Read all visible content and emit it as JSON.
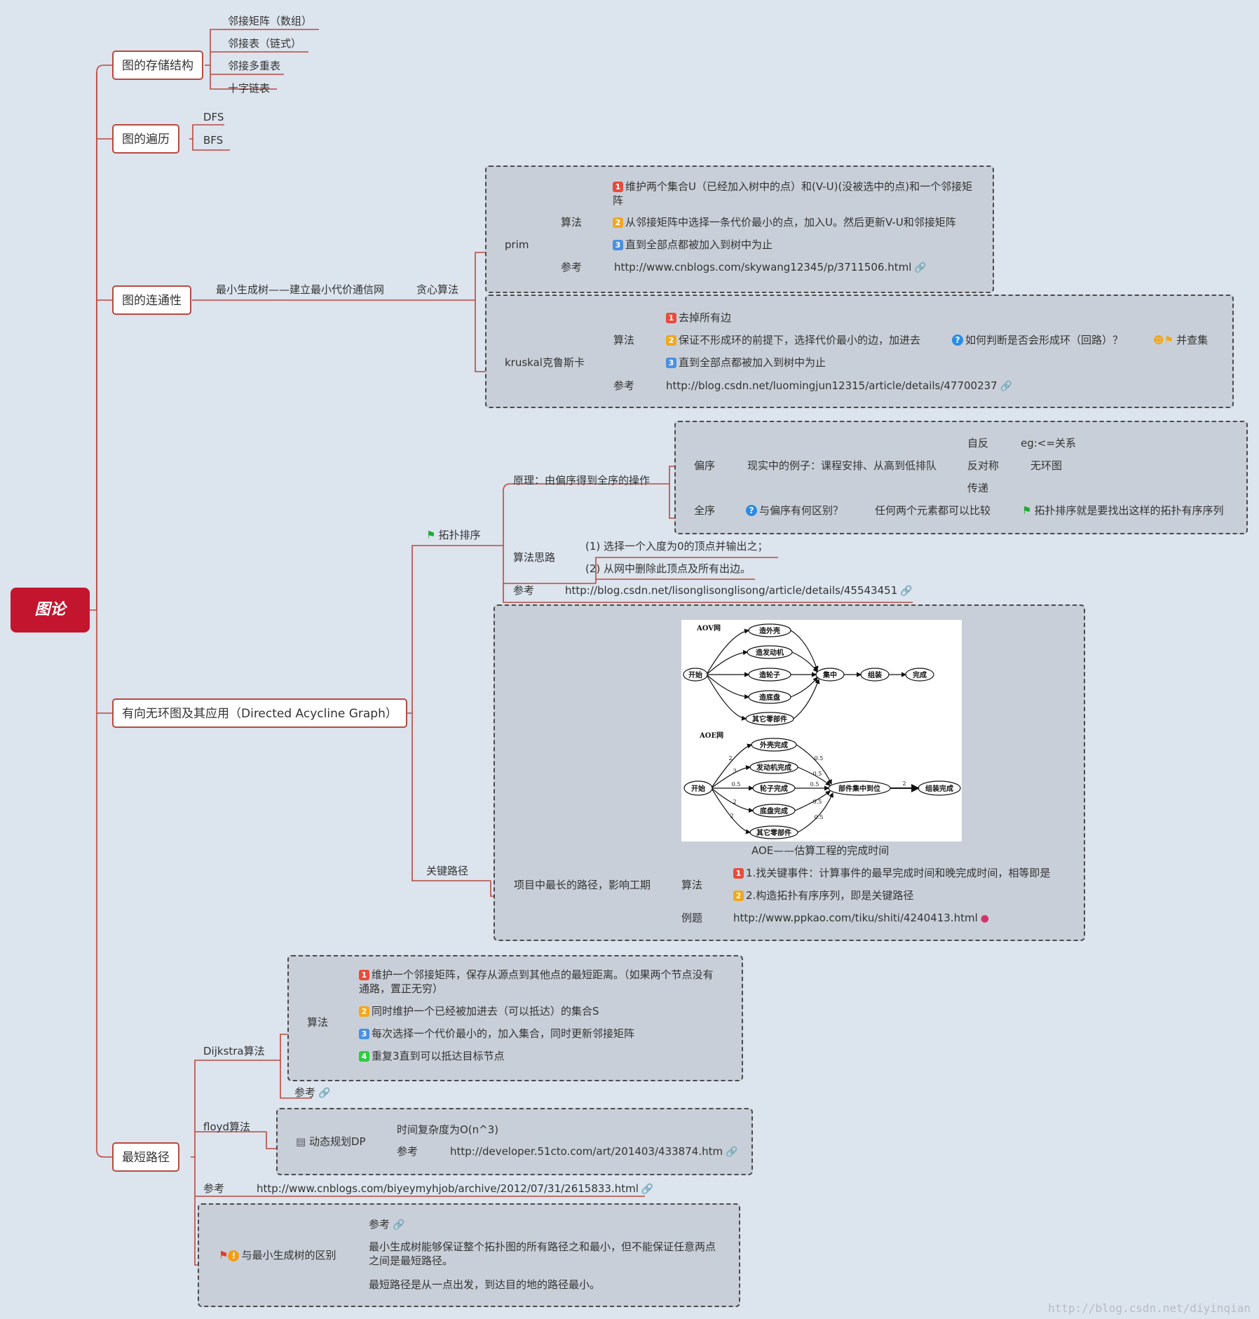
{
  "root": "图论",
  "storage": {
    "title": "图的存储结构",
    "items": [
      "邻接矩阵（数组）",
      "邻接表（链式）",
      "邻接多重表",
      "十字链表"
    ]
  },
  "traversal": {
    "title": "图的遍历",
    "items": [
      "DFS",
      "BFS"
    ]
  },
  "connect": {
    "title": "图的连通性",
    "mst": "最小生成树——建立最小代价通信网",
    "greedy": "贪心算法",
    "prim": {
      "label": "prim",
      "algo": "算法",
      "steps": [
        "维护两个集合U（已经加入树中的点）和(V-U)(没被选中的点)和一个邻接矩阵",
        "从邻接矩阵中选择一条代价最小的点，加入U。然后更新V-U和邻接矩阵",
        "直到全部点都被加入到树中为止"
      ],
      "ref": "参考",
      "url": "http://www.cnblogs.com/skywang12345/p/3711506.html"
    },
    "kruskal": {
      "label": "kruskal克鲁斯卡",
      "algo": "算法",
      "steps": [
        "去掉所有边",
        "保证不形成环的前提下，选择代价最小的边，加进去",
        "直到全部点都被加入到树中为止"
      ],
      "question": "如何判断是否会形成环（回路）？",
      "answer": "并查集",
      "ref": "参考",
      "url": "http://blog.csdn.net/luomingjun12315/article/details/47700237"
    }
  },
  "dag": {
    "title": "有向无环图及其应用（Directed Acycline Graph）",
    "topo": {
      "label": "拓扑排序",
      "principle": "原理：由偏序得到全序的操作",
      "partial": "偏序",
      "example": "现实中的例子：课程安排、从高到低排队",
      "props": [
        "自反",
        "反对称",
        "传递"
      ],
      "reflexive_eg": "eg:<=关系",
      "antisym_eg": "无环图",
      "total": "全序",
      "total_q": "与偏序有何区别？",
      "total_a": "任何两个元素都可以比较",
      "total_note": "拓扑排序就是要找出这样的拓扑有序序列",
      "approach": "算法思路",
      "steps": [
        "(1) 选择一个入度为0的顶点并输出之；",
        "(2) 从网中删除此顶点及所有出边。"
      ],
      "ref": "参考",
      "url": "http://blog.csdn.net/lisonglisonglisong/article/details/45543451"
    },
    "critical": {
      "label": "关键路径",
      "desc": "项目中最长的路径，影响工期",
      "caption": "AOE——估算工程的完成时间",
      "algo": "算法",
      "steps": [
        "1.找关键事件：计算事件的最早完成时间和晚完成时间，相等即是",
        "2.构造拓扑有序序列，即是关键路径"
      ],
      "example": "例题",
      "url": "http://www.ppkao.com/tiku/shiti/4240413.html"
    },
    "aov": {
      "title": "AOV网",
      "start": "开始",
      "nodes": [
        "造外壳",
        "造发动机",
        "造轮子",
        "造底盘",
        "其它零部件"
      ],
      "mid": "集中",
      "n2": "组装",
      "end": "完成"
    },
    "aoe": {
      "title": "AOE网",
      "start": "开始",
      "nodes": [
        "外壳完成",
        "发动机完成",
        "轮子完成",
        "底盘完成",
        "其它零部件"
      ],
      "mid": "部件集中到位",
      "end": "组装完成",
      "w_in": [
        "2",
        "3",
        "0.5",
        "2",
        "2"
      ],
      "w_out": [
        "0.5",
        "0.5",
        "0.5",
        "0.5",
        "0.5"
      ],
      "w_last": "2"
    }
  },
  "shortest": {
    "title": "最短路径",
    "dijkstra": {
      "label": "Dijkstra算法",
      "algo": "算法",
      "steps": [
        "维护一个邻接矩阵，保存从源点到其他点的最短距离。（如果两个节点没有通路，置正无穷）",
        "同时维护一个已经被加进去（可以抵达）的集合S",
        "每次选择一个代价最小的，加入集合，同时更新邻接矩阵",
        "重复3直到可以抵达目标节点"
      ],
      "ref": "参考"
    },
    "floyd": {
      "label": "floyd算法",
      "dp": "动态规划DP",
      "complexity": "时间复杂度为O(n^3)",
      "ref": "参考",
      "url": "http://developer.51cto.com/art/201403/433874.htm"
    },
    "ref": "参考",
    "url": "http://www.cnblogs.com/biyeymyhjob/archive/2012/07/31/2615833.html",
    "diff": {
      "label": "与最小生成树的区别",
      "ref": "参考",
      "notes": [
        "最小生成树能够保证整个拓扑图的所有路径之和最小，但不能保证任意两点之间是最短路径。",
        "最短路径是从一点出发，到达目的地的路径最小。"
      ]
    }
  },
  "watermark": "http://blog.csdn.net/diyinqian"
}
